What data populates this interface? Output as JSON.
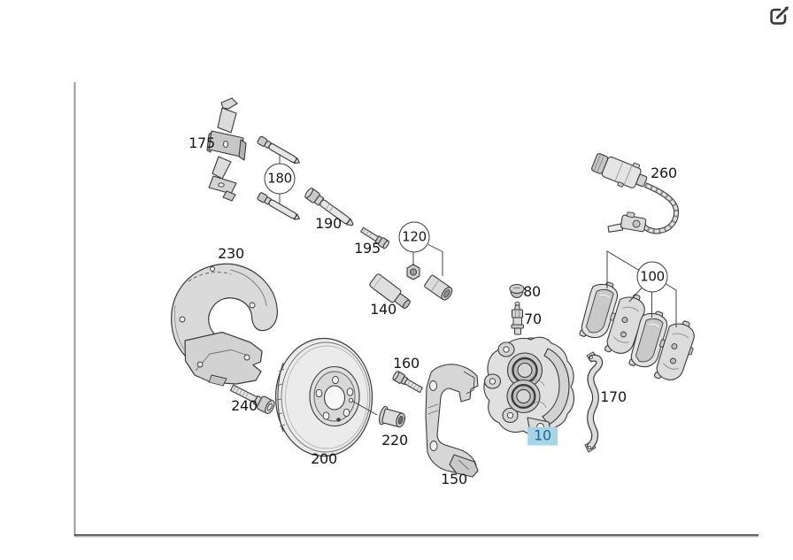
{
  "window": {
    "background_color": "#ffffff"
  },
  "toolbar": {
    "edit_icon": "edit-icon",
    "edit_icon_color": "#3a3a3a"
  },
  "diagram": {
    "type": "exploded-parts-diagram",
    "subject": "front disc brake assembly",
    "frame_color": "#8d8d8d",
    "line_color": "#3a3a3a",
    "part_fill_color": "#e0e0e0",
    "highlight": {
      "selected_label": "10",
      "background": "#a9d4e6",
      "text_color": "#1a6a96"
    },
    "labels": [
      {
        "text": "175",
        "style": "plain"
      },
      {
        "text": "180",
        "style": "circled"
      },
      {
        "text": "190",
        "style": "plain"
      },
      {
        "text": "195",
        "style": "plain"
      },
      {
        "text": "120",
        "style": "circled"
      },
      {
        "text": "230",
        "style": "plain"
      },
      {
        "text": "140",
        "style": "plain"
      },
      {
        "text": "80",
        "style": "plain"
      },
      {
        "text": "70",
        "style": "plain"
      },
      {
        "text": "260",
        "style": "plain"
      },
      {
        "text": "100",
        "style": "circled"
      },
      {
        "text": "160",
        "style": "plain"
      },
      {
        "text": "240",
        "style": "plain"
      },
      {
        "text": "220",
        "style": "plain"
      },
      {
        "text": "200",
        "style": "plain"
      },
      {
        "text": "150",
        "style": "plain"
      },
      {
        "text": "170",
        "style": "plain"
      },
      {
        "text": "10",
        "style": "highlighted"
      }
    ]
  }
}
